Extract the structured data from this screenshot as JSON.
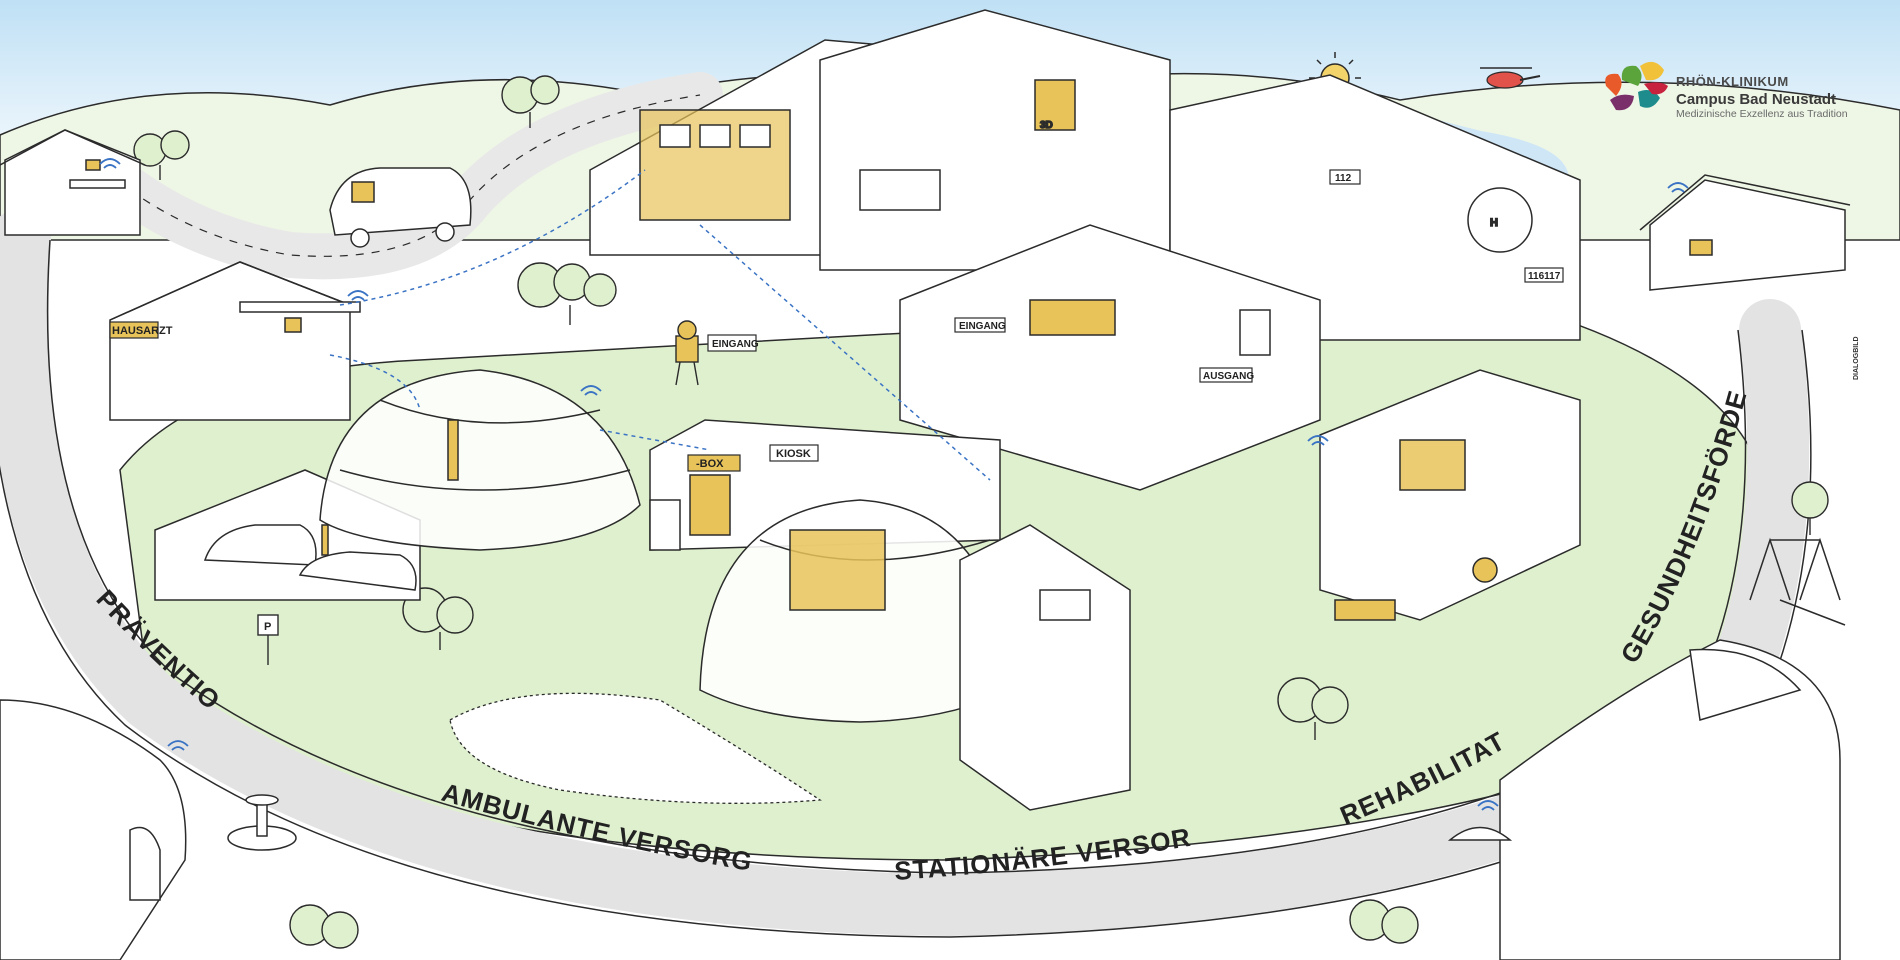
{
  "logo": {
    "title": "RHÖN-KLINIKUM",
    "subtitle": "Campus Bad Neustadt",
    "tagline": "Medizinische Exzellenz aus Tradition"
  },
  "road_labels": {
    "prevention": "PRÄVENTION",
    "ambulatory": "AMBULANTE VERSORGUNG",
    "inpatient": "STATIONÄRE VERSORGUNG",
    "rehabilitation": "REHABILITATION",
    "health_promotion": "GESUNDHEITSFÖRDERUNG"
  },
  "signs": {
    "family_doctor": "HAUSARZT",
    "entrance_robot": "EINGANG",
    "entrance_door": "EINGANG",
    "exit": "AUSGANG",
    "box": "-BOX",
    "kiosk": "KIOSK",
    "emergency_112": "112",
    "on_call_116117": "116117",
    "three_d": "3D",
    "parking": "P"
  },
  "credit": "DIALOGBILD",
  "colors": {
    "accent_gold": "#e8c35a",
    "line": "#2b2b2b",
    "grass": "#dff0cf",
    "grass_dark": "#c7e4b1",
    "road": "#e3e3e3",
    "sky": "#cfe6f7",
    "wifi": "#3a73c4"
  }
}
